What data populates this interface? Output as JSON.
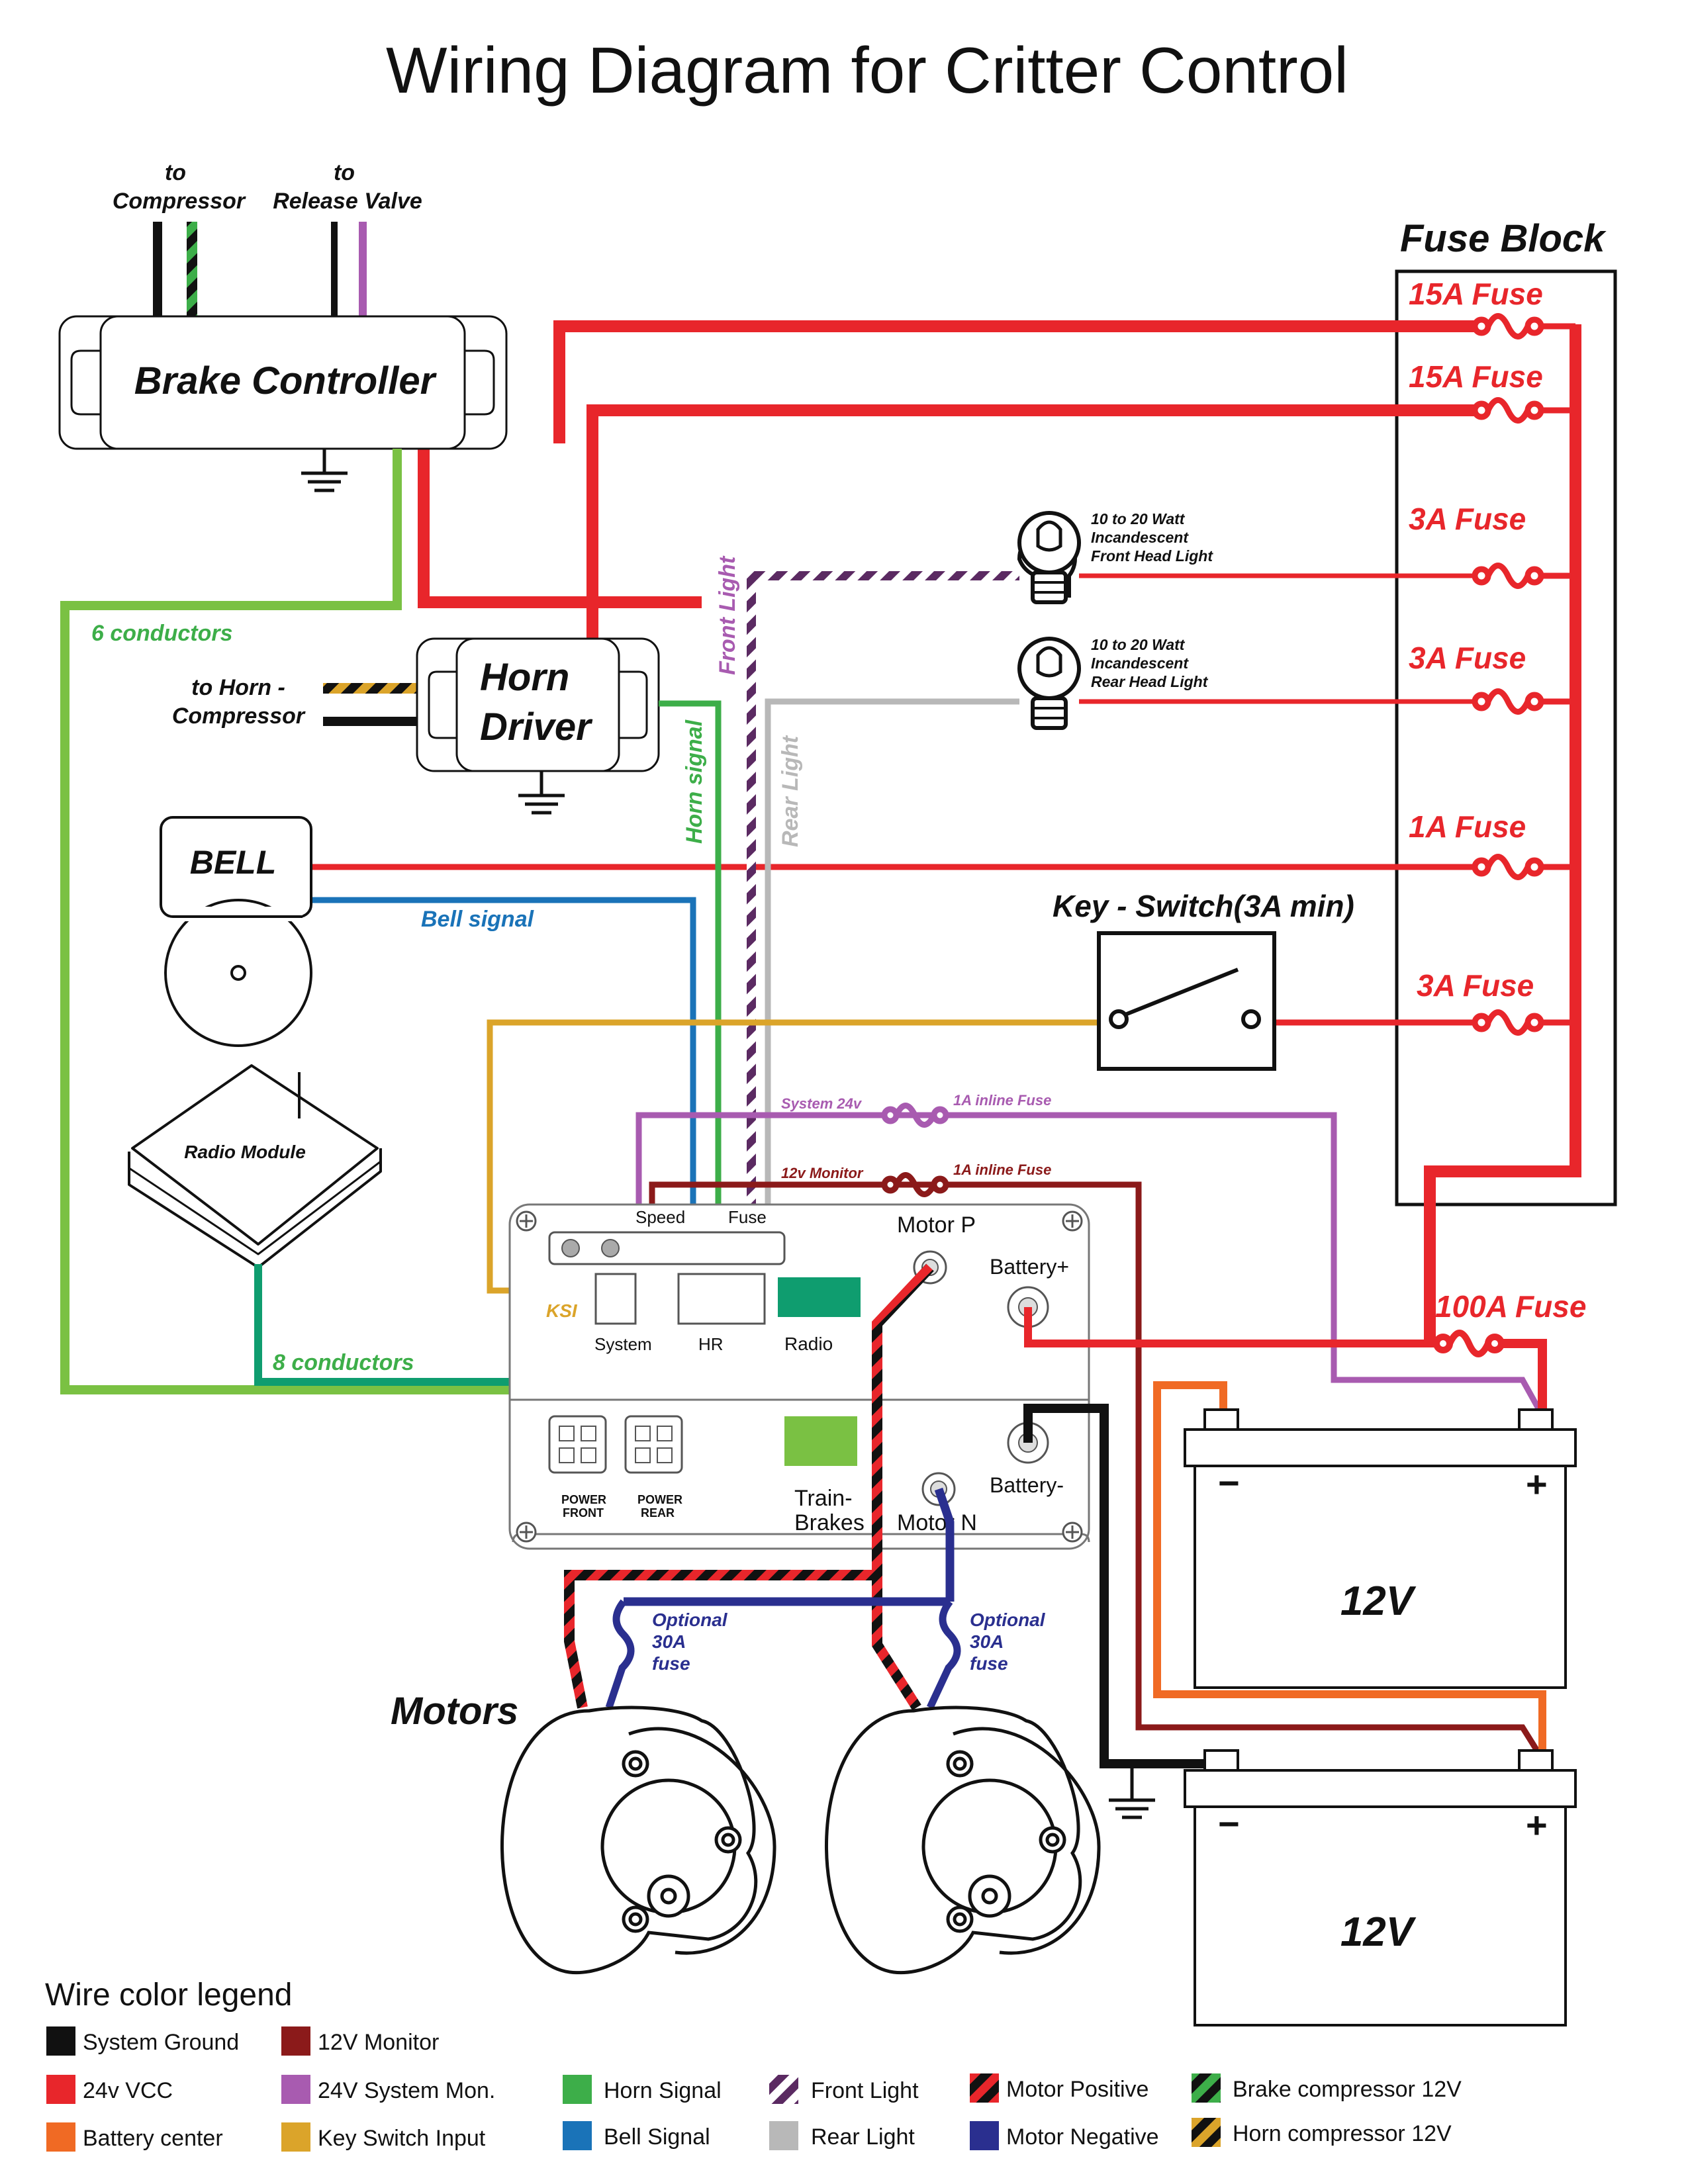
{
  "title": "Wiring Diagram for Critter Control",
  "colors": {
    "vcc": "#e8262b",
    "monitor": "#8b1a1a",
    "system_mon": "#a85bb0",
    "key": "#dba42a",
    "horn": "#3dae49",
    "bell": "#1a73b8",
    "rear": "#b8b8b8",
    "front": "#5b2a62",
    "orange": "#f06a24",
    "neg": "#2a2f8f",
    "radio_green": "#0f9d6f",
    "train_green": "#7ac143",
    "ground": "#111111"
  },
  "brake": {
    "label": "Brake Controller",
    "to_compressor_1": "to",
    "to_compressor_2": "Compressor",
    "to_release_1": "to",
    "to_release_2": "Release Valve"
  },
  "horn": {
    "label_1": "Horn",
    "label_2": "Driver",
    "to_horn_1": "to Horn -",
    "to_horn_2": "Compressor"
  },
  "bell": {
    "label": "BELL"
  },
  "radio": {
    "label": "Radio Module"
  },
  "fuse_block": {
    "title": "Fuse Block",
    "fuses": [
      "15A Fuse",
      "15A Fuse",
      "3A Fuse",
      "3A Fuse",
      "1A Fuse",
      "3A Fuse"
    ],
    "main_fuse": "100A Fuse"
  },
  "lights": {
    "front": [
      "10 to 20 Watt",
      "Incandescent",
      "Front Head Light"
    ],
    "rear": [
      "10 to 20 Watt",
      "Incandescent",
      "Rear Head Light"
    ]
  },
  "key_switch": {
    "label": "Key - Switch(3A min)"
  },
  "wire_labels": {
    "six_conductors": "6 conductors",
    "eight_conductors": "8 conductors",
    "bell_signal": "Bell signal",
    "horn_signal": "Horn signal",
    "front_light": "Front Light",
    "rear_light": "Rear Light",
    "system_24v": "System 24v",
    "monitor_12v": "12v Monitor",
    "inline_fuse": "1A inline Fuse",
    "ksi": "KSI"
  },
  "controller": {
    "speed": "Speed",
    "fuse": "Fuse",
    "system": "System",
    "hr": "HR",
    "radio": "Radio",
    "motor_p": "Motor P",
    "motor_n": "Motor N",
    "battery_plus": "Battery+",
    "battery_minus": "Battery-",
    "power_front_1": "POWER",
    "power_front_2": "FRONT",
    "power_rear_1": "POWER",
    "power_rear_2": "REAR",
    "train_1": "Train-",
    "train_2": "Brakes"
  },
  "motors": {
    "label": "Motors",
    "optional_1": "Optional",
    "optional_2": "30A",
    "optional_3": "fuse"
  },
  "batteries": {
    "voltage": "12V",
    "minus": "−",
    "plus": "+"
  },
  "legend": {
    "title": "Wire color legend",
    "items": [
      {
        "label": "System Ground",
        "icon": "solid-black"
      },
      {
        "label": "24v VCC",
        "icon": "solid-red"
      },
      {
        "label": "Battery center",
        "icon": "solid-orange"
      },
      {
        "label": "12V Monitor",
        "icon": "solid-dark-red"
      },
      {
        "label": "24V System Mon.",
        "icon": "solid-purple"
      },
      {
        "label": "Key Switch Input",
        "icon": "solid-gold"
      },
      {
        "label": "Horn Signal",
        "icon": "solid-green"
      },
      {
        "label": "Bell Signal",
        "icon": "solid-blue"
      },
      {
        "label": "Front Light",
        "icon": "striped-purple-white"
      },
      {
        "label": "Rear Light",
        "icon": "solid-gray"
      },
      {
        "label": "Motor Positive",
        "icon": "striped-red-black"
      },
      {
        "label": "Motor Negative",
        "icon": "solid-navy"
      },
      {
        "label": "Brake compressor 12V",
        "icon": "striped-green-black"
      },
      {
        "label": "Horn compressor 12V",
        "icon": "striped-gold-black"
      }
    ]
  }
}
